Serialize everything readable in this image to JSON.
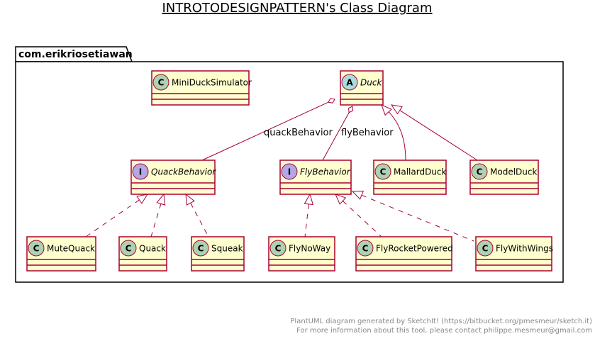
{
  "title": "INTROTODESIGNPATTERN's Class Diagram",
  "package": {
    "name": "com.erikriosetiawan"
  },
  "colors": {
    "class_fill": "#FEFECE",
    "border": "#A80036",
    "class_spot": "#ADD1B2",
    "abstract_spot": "#A9DCDF",
    "interface_spot": "#B4A7E5"
  },
  "classes": [
    {
      "id": "minisim",
      "name": "MiniDuckSimulator",
      "kind": "class",
      "letter": "C"
    },
    {
      "id": "duck",
      "name": "Duck",
      "kind": "abstract",
      "letter": "A"
    },
    {
      "id": "quackb",
      "name": "QuackBehavior",
      "kind": "interface",
      "letter": "I"
    },
    {
      "id": "flyb",
      "name": "FlyBehavior",
      "kind": "interface",
      "letter": "I"
    },
    {
      "id": "mallard",
      "name": "MallardDuck",
      "kind": "class",
      "letter": "C"
    },
    {
      "id": "model",
      "name": "ModelDuck",
      "kind": "class",
      "letter": "C"
    },
    {
      "id": "mute",
      "name": "MuteQuack",
      "kind": "class",
      "letter": "C"
    },
    {
      "id": "quack",
      "name": "Quack",
      "kind": "class",
      "letter": "C"
    },
    {
      "id": "squeak",
      "name": "Squeak",
      "kind": "class",
      "letter": "C"
    },
    {
      "id": "flynoway",
      "name": "FlyNoWay",
      "kind": "class",
      "letter": "C"
    },
    {
      "id": "flyrocket",
      "name": "FlyRocketPowered",
      "kind": "class",
      "letter": "C"
    },
    {
      "id": "flywings",
      "name": "FlyWithWings",
      "kind": "class",
      "letter": "C"
    }
  ],
  "relations": [
    {
      "from": "duck",
      "to": "quackb",
      "type": "aggregation",
      "label": "quackBehavior"
    },
    {
      "from": "duck",
      "to": "flyb",
      "type": "aggregation",
      "label": "flyBehavior"
    },
    {
      "from": "mallard",
      "to": "duck",
      "type": "extends",
      "label": ""
    },
    {
      "from": "model",
      "to": "duck",
      "type": "extends",
      "label": ""
    },
    {
      "from": "mute",
      "to": "quackb",
      "type": "implements",
      "label": ""
    },
    {
      "from": "quack",
      "to": "quackb",
      "type": "implements",
      "label": ""
    },
    {
      "from": "squeak",
      "to": "quackb",
      "type": "implements",
      "label": ""
    },
    {
      "from": "flynoway",
      "to": "flyb",
      "type": "implements",
      "label": ""
    },
    {
      "from": "flyrocket",
      "to": "flyb",
      "type": "implements",
      "label": ""
    },
    {
      "from": "flywings",
      "to": "flyb",
      "type": "implements",
      "label": ""
    }
  ],
  "footer": {
    "line1": "PlantUML diagram generated by SketchIt! (https://bitbucket.org/pmesmeur/sketch.it)",
    "line2": "For more information about this tool, please contact philippe.mesmeur@gmail.com"
  }
}
